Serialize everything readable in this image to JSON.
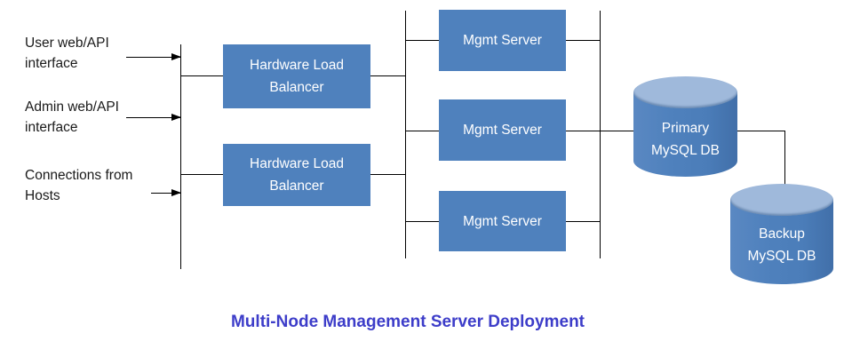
{
  "diagram": {
    "title": "Multi-Node Management Server Deployment",
    "inputs": [
      {
        "label": "User web/API\ninterface"
      },
      {
        "label": "Admin web/API\ninterface"
      },
      {
        "label": "Connections from\nHosts"
      }
    ],
    "load_balancers": [
      {
        "label": "Hardware Load\nBalancer"
      },
      {
        "label": "Hardware Load\nBalancer"
      }
    ],
    "mgmt_servers": [
      {
        "label": "Mgmt Server"
      },
      {
        "label": "Mgmt Server"
      },
      {
        "label": "Mgmt Server"
      }
    ],
    "databases": [
      {
        "label": "Primary\nMySQL DB"
      },
      {
        "label": "Backup\nMySQL DB"
      }
    ],
    "colors": {
      "node_fill": "#4f81bd",
      "node_text": "#ffffff",
      "cylinder_top": "#9fb9db",
      "connector": "#000000",
      "title": "#3d3dc9",
      "label_text": "#1a1a1a"
    }
  }
}
